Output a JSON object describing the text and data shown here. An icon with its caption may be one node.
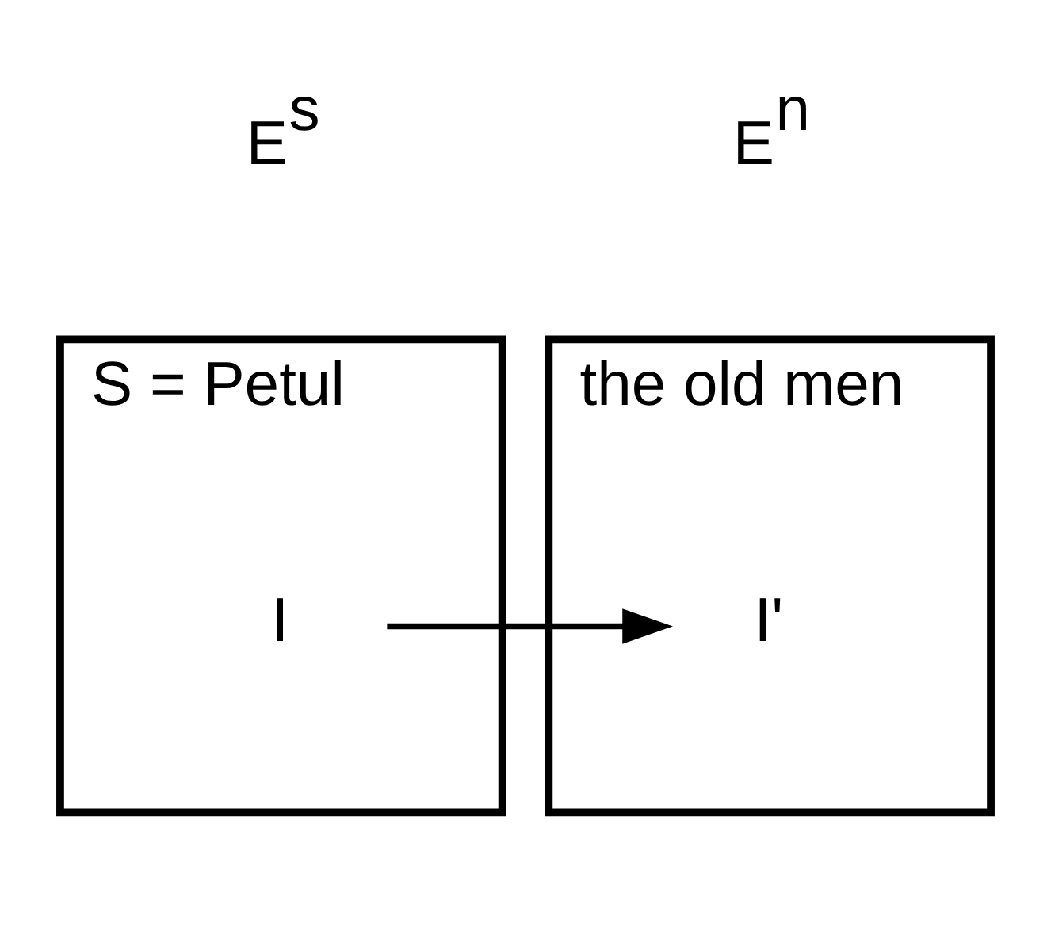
{
  "diagram": {
    "nodes": [
      {
        "text": [
          "S = Petul"
        ],
        "beside": [
          "E$^{s}$"
        ]
      },
      {
        "text": [
          "the old men"
        ],
        "beside": [
          "E$^{n}$"
        ]
      },
      {
        "text": [
          "I"
        ],
        "in": 0
      },
      {
        "text": [
          "I'"
        ],
        "in": 1
      }
    ],
    "edges": [
      {
        "from": 2,
        "to": 3,
        "arrow": "to"
      }
    ]
  }
}
